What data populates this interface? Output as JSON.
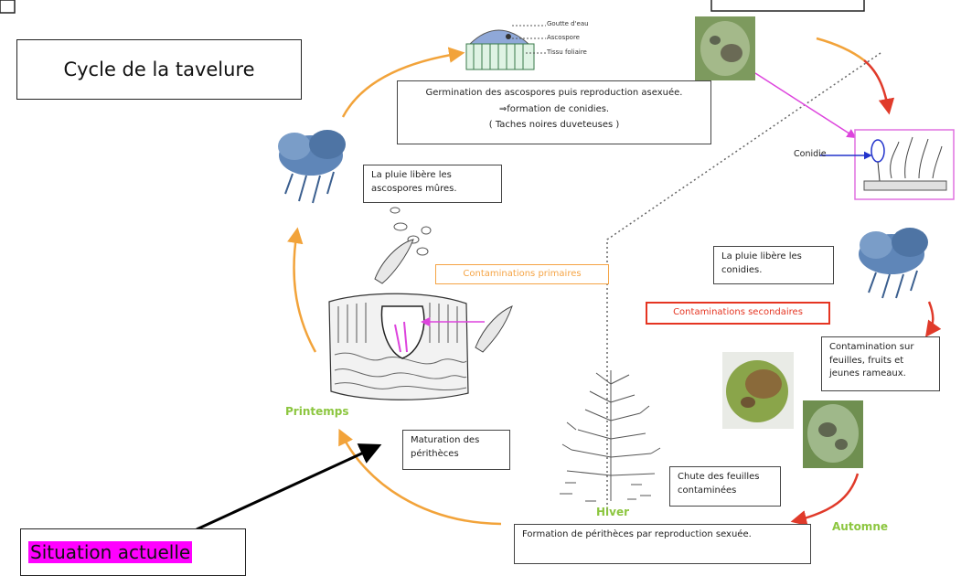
{
  "title": "Cycle de la tavelure",
  "current_situation": "Situation actuelle",
  "leaf_section_labels": [
    "Goutte d'eau",
    "Ascospore",
    "Tissu foliaire"
  ],
  "germination": {
    "line1": "Germination des ascospores puis reproduction asexuée.",
    "line2": "⇒formation de conidies.",
    "line3": "( Taches noires duveteuses )"
  },
  "rain_ascospores": "La pluie libère les ascospores mûres.",
  "primary_contaminations": "Contaminations primaires",
  "conidie_label": "Conidie",
  "rain_conidia": "La pluie libère les conidies.",
  "secondary_contaminations": "Contaminations secondaires",
  "contamination_text": "Contamination sur feuilles, fruits et jeunes rameaux.",
  "maturation_text": "Maturation des périthèces",
  "leaf_fall_text": "Chute des feuilles contaminées",
  "formation_text": "Formation de périthèces par reproduction sexuée.",
  "seasons": {
    "spring": "Printemps",
    "winter": "Hiver",
    "autumn": "Automne"
  },
  "colors": {
    "cycle_arrow": "#f2a33a",
    "red_arrow": "#e03a2a",
    "season_green": "#8cc63f",
    "highlight": "#ff00ff",
    "primary_tag": "#f5a445",
    "secondary_tag": "#e53522",
    "magenta_line": "#dd44dd"
  }
}
